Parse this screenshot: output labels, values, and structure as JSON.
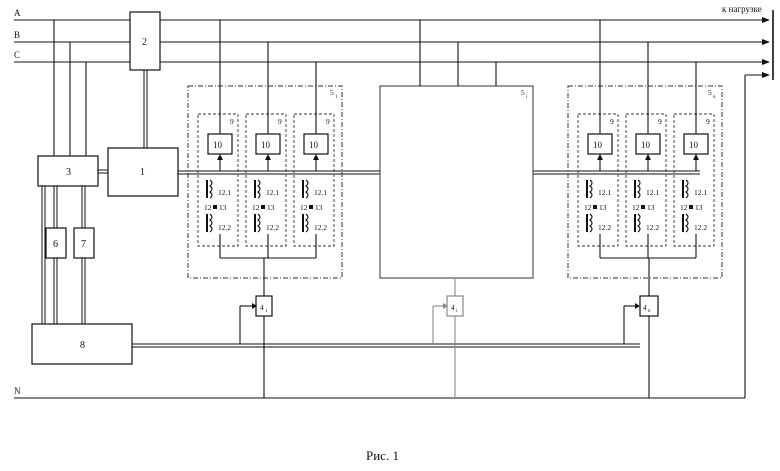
{
  "phases": {
    "a": "A",
    "b": "B",
    "c": "C",
    "n": "N"
  },
  "load_label": "к нагрузке",
  "caption": "Рис. 1",
  "blocks": {
    "b1": "1",
    "b2": "2",
    "b3": "3",
    "b6": "6",
    "b7": "7",
    "b8": "8"
  },
  "modules": {
    "m1": "5",
    "m1_sub": "1",
    "mi": "5",
    "mi_sub": "i",
    "mn": "5",
    "mn_sub": "n"
  },
  "controllers": {
    "c1": "4",
    "c1_sub": "1",
    "ci": "4",
    "ci_sub": "i",
    "cn": "4",
    "cn_sub": "n"
  },
  "cell": {
    "frame": "9",
    "unit": "10",
    "winding_1": "12.1",
    "winding_2": "12.2",
    "core": "12",
    "link": "13"
  }
}
